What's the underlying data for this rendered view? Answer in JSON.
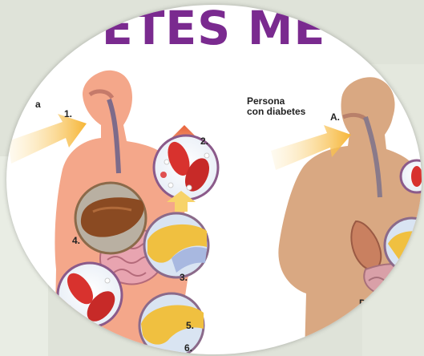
{
  "header": {
    "title": "ETES ME"
  },
  "left_figure": {
    "caption_fragment": "a",
    "step_labels": [
      "1.",
      "2.",
      "3.",
      "4.",
      "5.",
      "6."
    ]
  },
  "right_figure": {
    "caption_line1": "Persona",
    "caption_line2": "con diabetes",
    "step_labels": [
      "A.",
      "D."
    ]
  },
  "colors": {
    "title_purple": "#7a2a8f",
    "body_salmon": "#f4a78a",
    "body_tan": "#d9a882",
    "arrow_yellow": "#f7c04a",
    "blood_red": "#d8322e",
    "liver_brown": "#8a4a22",
    "pancreas_yellow": "#f0c040"
  }
}
